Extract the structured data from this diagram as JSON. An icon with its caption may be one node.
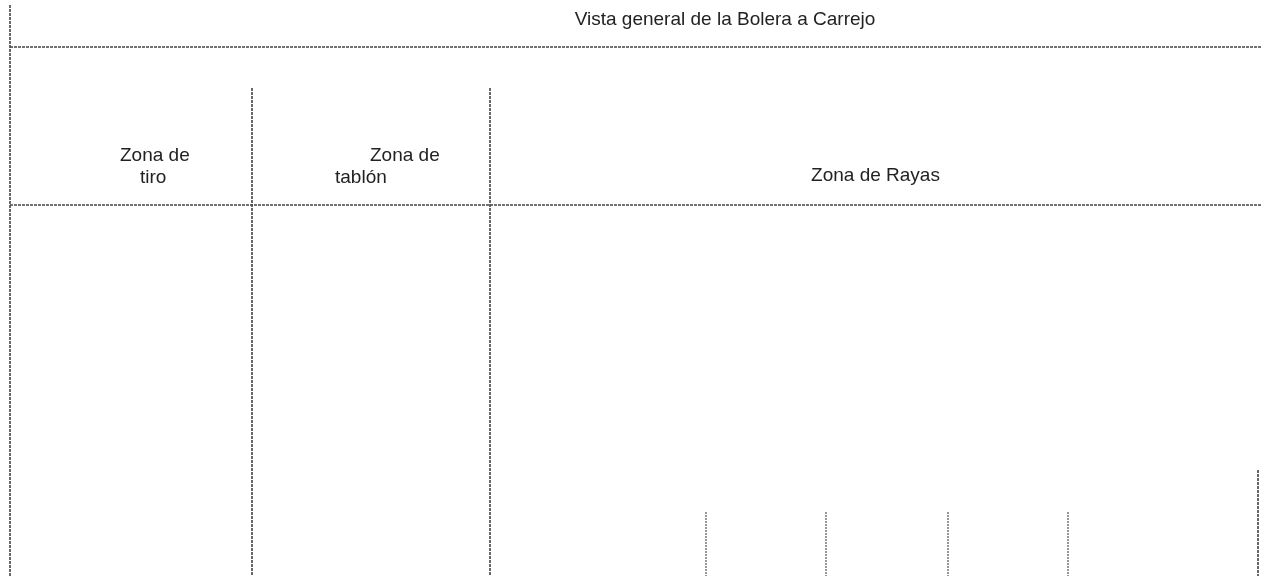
{
  "diagram": {
    "title": "Vista general de la Bolera a Carrejo",
    "nodes": [
      {
        "text": [
          "Zona de tiro"
        ]
      },
      {
        "text": [
          "Zona de tablón"
        ]
      },
      {
        "text": [
          "Zona de Rayas"
        ]
      }
    ]
  }
}
